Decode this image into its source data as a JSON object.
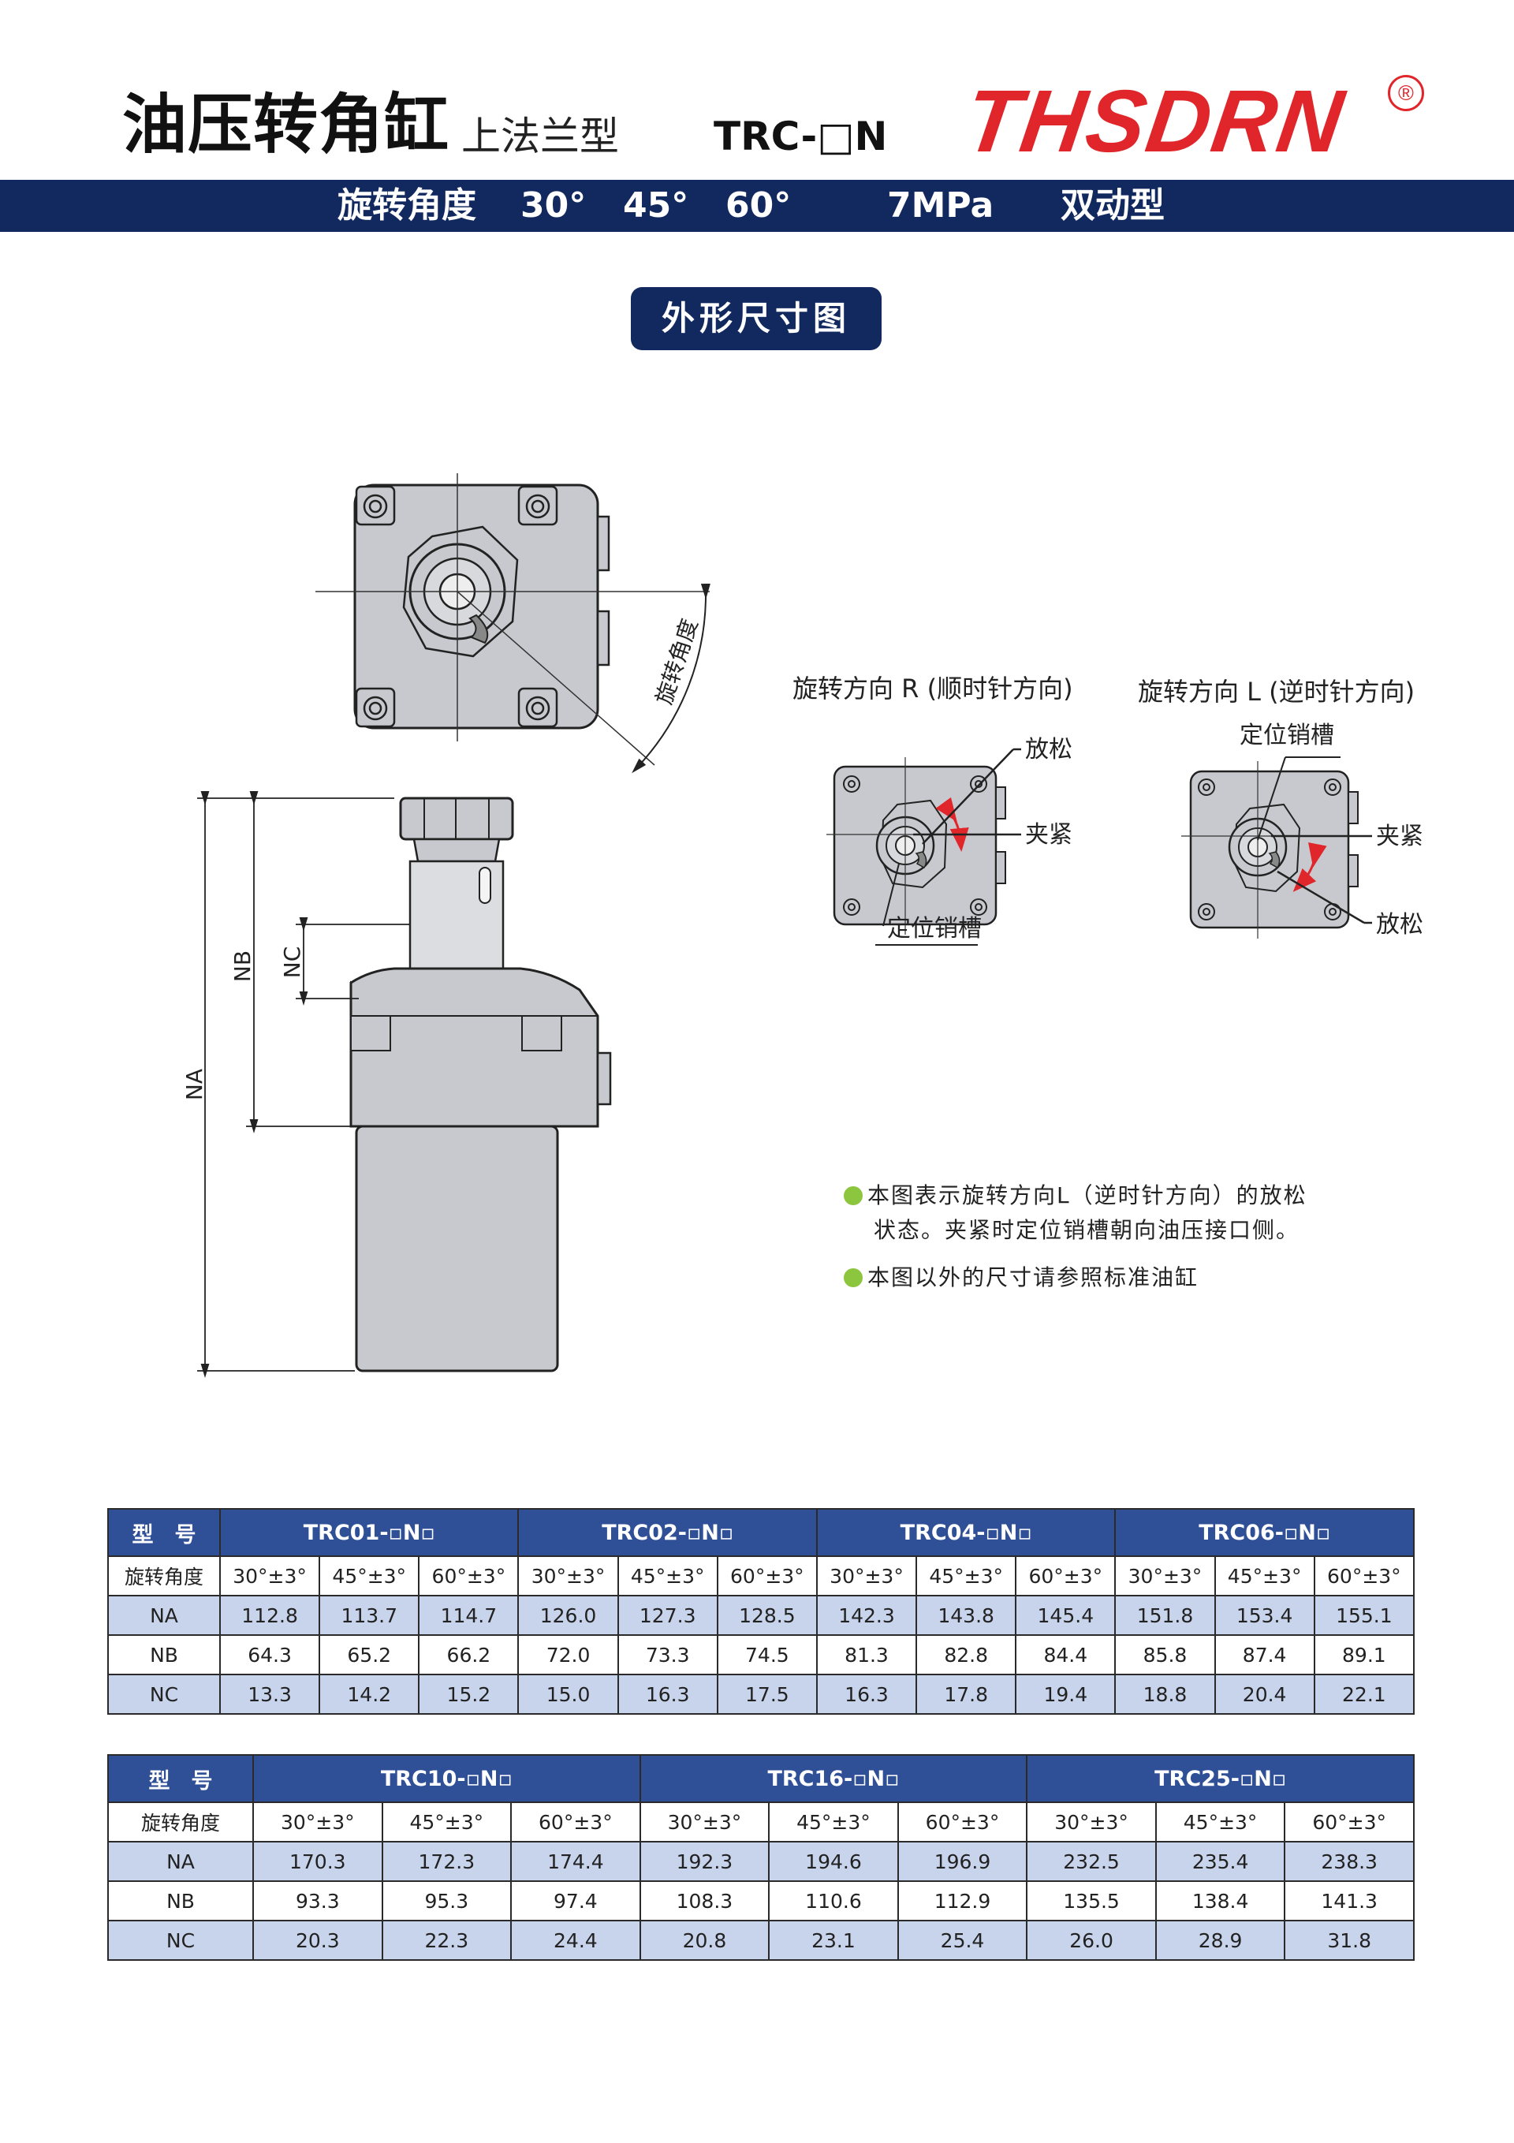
{
  "header": {
    "title": "油压转角缸",
    "subtitle": "上法兰型",
    "model": "TRC-□N",
    "logo": "THSDRN",
    "registered": "®"
  },
  "band": {
    "angle_label": "旋转角度",
    "angle_values": [
      "30°",
      "45°",
      "60°"
    ],
    "pressure": "7MPa",
    "type": "双动型"
  },
  "section_title": "外形尺寸图",
  "drawing": {
    "rotation_angle_label": "旋转角度",
    "dim_na": "NA",
    "dim_nb": "NB",
    "dim_nc": "NC",
    "direction_r_title": "旋转方向 R (顺时针方向)",
    "direction_l_title": "旋转方向 L (逆时针方向)",
    "release": "放松",
    "clamp": "夹紧",
    "pin_slot": "定位销槽"
  },
  "notes": [
    "本图表示旋转方向L（逆时针方向）的放松",
    "状态。夹紧时定位销槽朝向油压接口侧。",
    "本图以外的尺寸请参照标准油缸"
  ],
  "colors": {
    "navy": "#12295f",
    "table_header": "#2f4f97",
    "table_shade": "#c8d4ec",
    "logo_red": "#e0262a",
    "bullet_green": "#8cc63f"
  },
  "table1": {
    "model_label": "型　号",
    "angle_label": "旋转角度",
    "models": [
      "TRC01-▫N▫",
      "TRC02-▫N▫",
      "TRC04-▫N▫",
      "TRC06-▫N▫"
    ],
    "angles": [
      "30°±3°",
      "45°±3°",
      "60°±3°",
      "30°±3°",
      "45°±3°",
      "60°±3°",
      "30°±3°",
      "45°±3°",
      "60°±3°",
      "30°±3°",
      "45°±3°",
      "60°±3°"
    ],
    "rows": [
      {
        "label": "NA",
        "values": [
          "112.8",
          "113.7",
          "114.7",
          "126.0",
          "127.3",
          "128.5",
          "142.3",
          "143.8",
          "145.4",
          "151.8",
          "153.4",
          "155.1"
        ]
      },
      {
        "label": "NB",
        "values": [
          "64.3",
          "65.2",
          "66.2",
          "72.0",
          "73.3",
          "74.5",
          "81.3",
          "82.8",
          "84.4",
          "85.8",
          "87.4",
          "89.1"
        ]
      },
      {
        "label": "NC",
        "values": [
          "13.3",
          "14.2",
          "15.2",
          "15.0",
          "16.3",
          "17.5",
          "16.3",
          "17.8",
          "19.4",
          "18.8",
          "20.4",
          "22.1"
        ]
      }
    ]
  },
  "table2": {
    "model_label": "型　号",
    "angle_label": "旋转角度",
    "models": [
      "TRC10-▫N▫",
      "TRC16-▫N▫",
      "TRC25-▫N▫"
    ],
    "angles": [
      "30°±3°",
      "45°±3°",
      "60°±3°",
      "30°±3°",
      "45°±3°",
      "60°±3°",
      "30°±3°",
      "45°±3°",
      "60°±3°"
    ],
    "rows": [
      {
        "label": "NA",
        "values": [
          "170.3",
          "172.3",
          "174.4",
          "192.3",
          "194.6",
          "196.9",
          "232.5",
          "235.4",
          "238.3"
        ]
      },
      {
        "label": "NB",
        "values": [
          "93.3",
          "95.3",
          "97.4",
          "108.3",
          "110.6",
          "112.9",
          "135.5",
          "138.4",
          "141.3"
        ]
      },
      {
        "label": "NC",
        "values": [
          "20.3",
          "22.3",
          "24.4",
          "20.8",
          "23.1",
          "25.4",
          "26.0",
          "28.9",
          "31.8"
        ]
      }
    ]
  }
}
